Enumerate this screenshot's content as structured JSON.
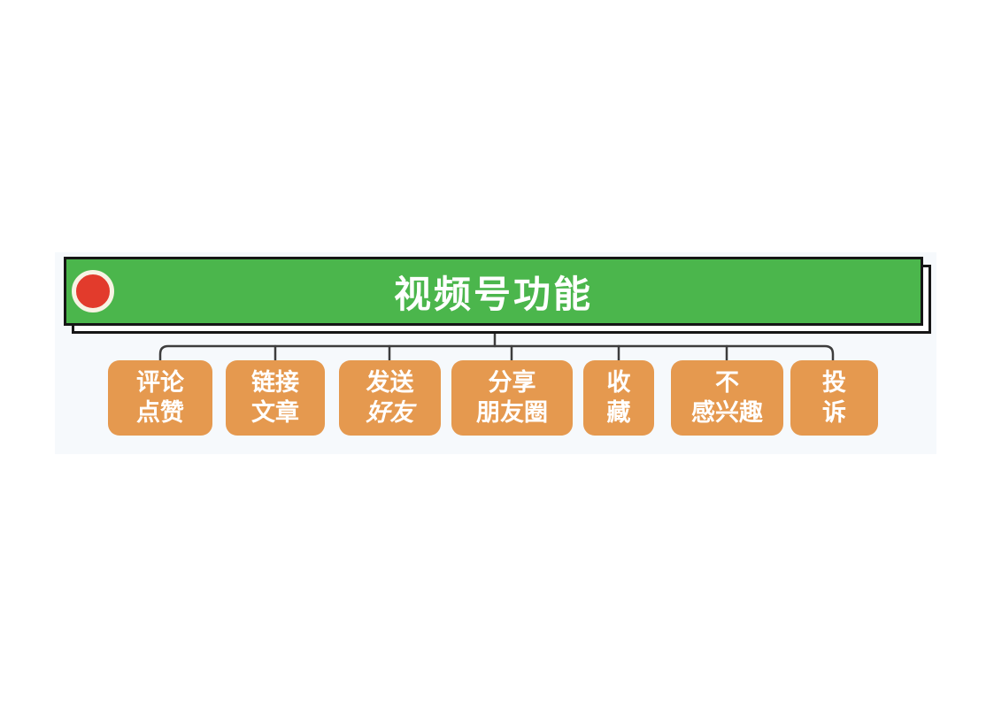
{
  "diagram": {
    "root": {
      "label": "视频号功能",
      "badge": "record-dot"
    },
    "children": [
      {
        "id": "comment-like",
        "lines": [
          "评论",
          "点赞"
        ]
      },
      {
        "id": "link-article",
        "lines": [
          "链接",
          "文章"
        ]
      },
      {
        "id": "send-to-friend",
        "lines": [
          "发送",
          "好友"
        ]
      },
      {
        "id": "share-moments",
        "lines": [
          "分享",
          "朋友圈"
        ]
      },
      {
        "id": "favorite",
        "lines": [
          "收",
          "藏"
        ]
      },
      {
        "id": "not-interested",
        "lines": [
          "不",
          "感兴趣"
        ]
      },
      {
        "id": "report",
        "lines": [
          "投",
          "诉"
        ]
      }
    ],
    "colors": {
      "root_fill": "#4bb64c",
      "node_fill": "#e5994f",
      "border": "#161616",
      "connector": "#3d3d3d",
      "badge_red": "#e23b2c",
      "badge_ring": "#f7f3e4",
      "panel_bg": "#f6f9fc",
      "text": "#ffffff"
    }
  }
}
